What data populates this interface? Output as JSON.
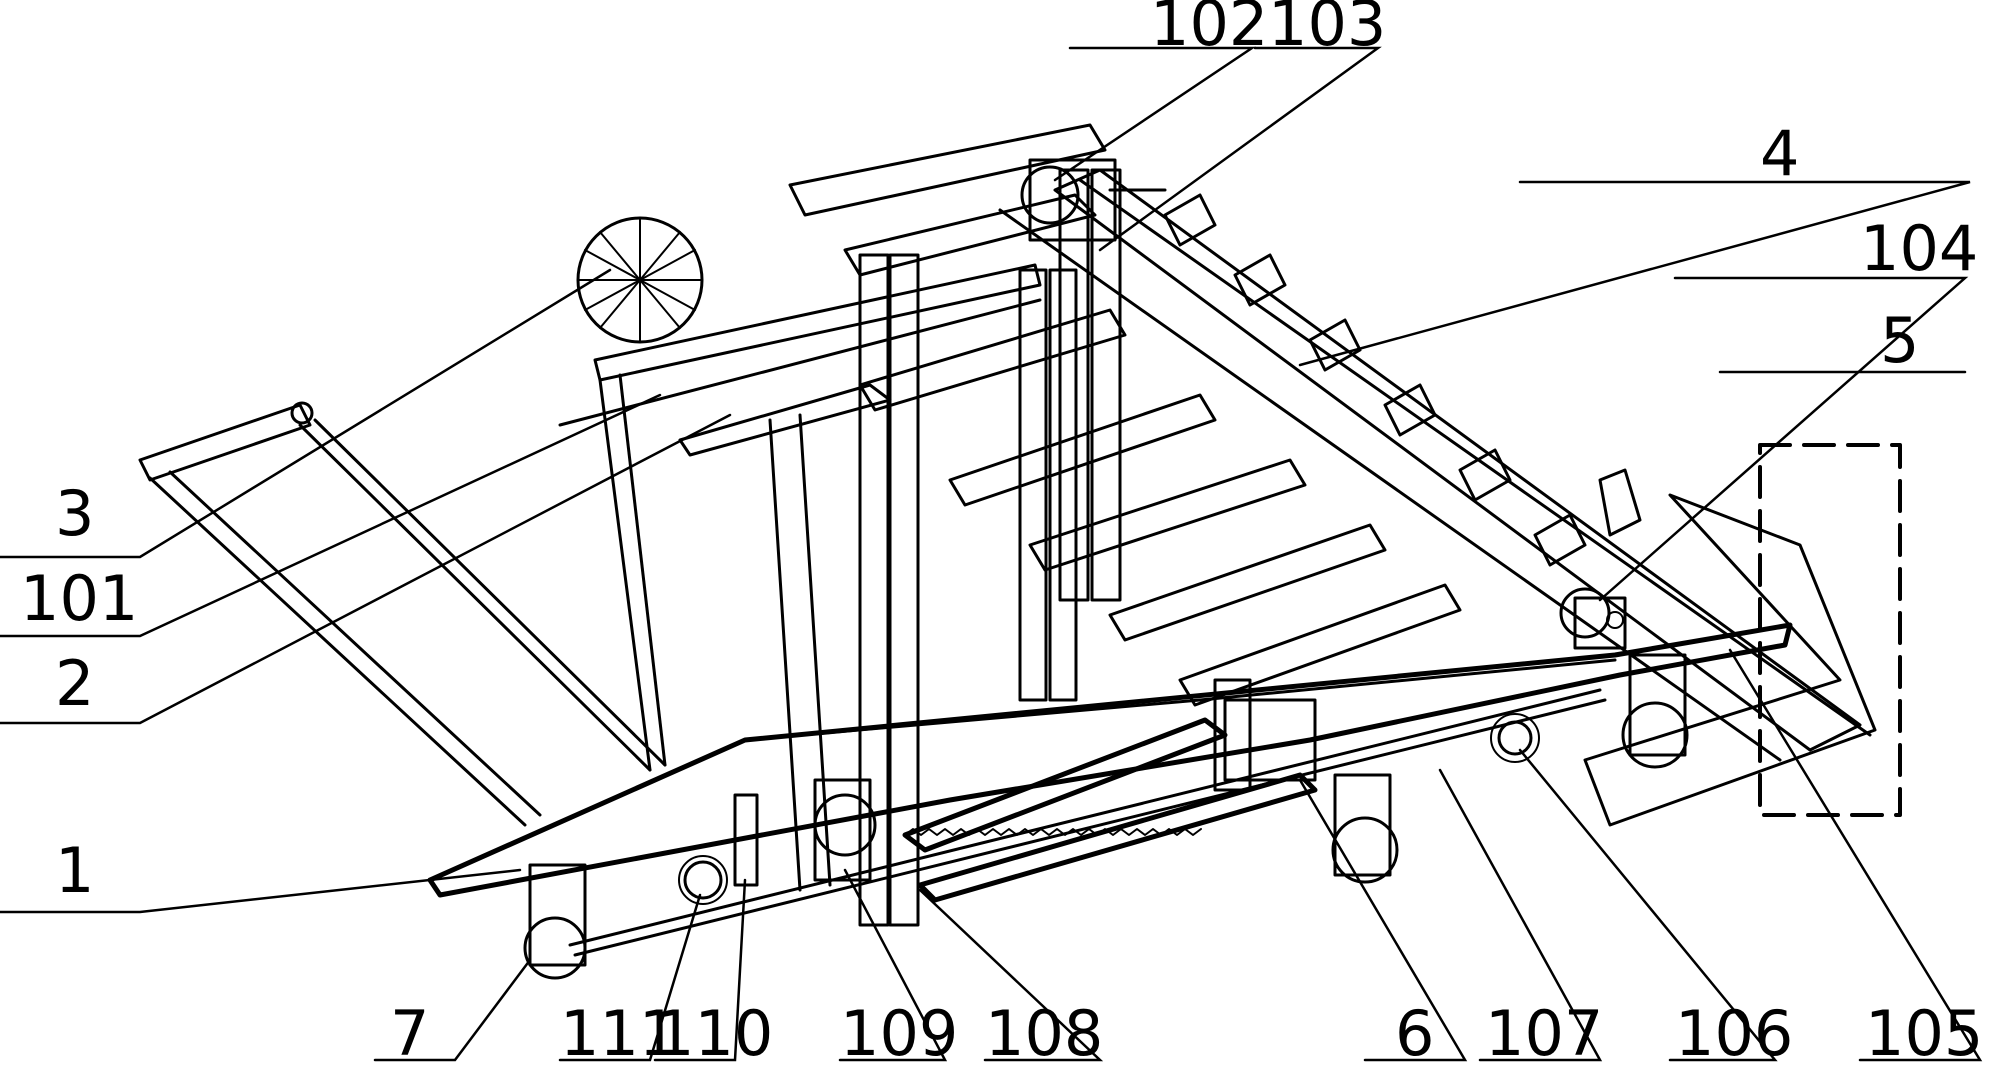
{
  "figure": {
    "labels": {
      "l1": "1",
      "l2": "2",
      "l3": "3",
      "l4": "4",
      "l5": "5",
      "l6": "6",
      "l7": "7",
      "l101": "101",
      "l102": "102",
      "l103": "103",
      "l104": "104",
      "l105": "105",
      "l106": "106",
      "l107": "107",
      "l108": "108",
      "l109": "109",
      "l110": "110",
      "l111": "111"
    }
  }
}
